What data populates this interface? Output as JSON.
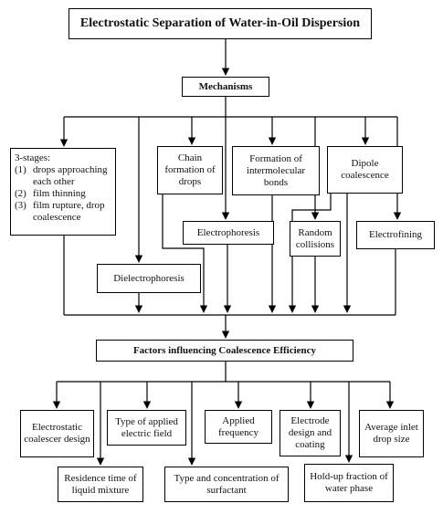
{
  "title": "Electrostatic Separation of Water-in-Oil Dispersion",
  "mechanisms_label": "Mechanisms",
  "stages": {
    "heading": "3-stages:",
    "items": [
      {
        "num": "(1)",
        "text": "drops approaching each other"
      },
      {
        "num": "(2)",
        "text": "film thinning"
      },
      {
        "num": "(3)",
        "text": "film rupture, drop coalescence"
      }
    ]
  },
  "mechanisms": {
    "chain_formation": "Chain formation of drops",
    "intermolecular_bonds": "Formation of intermolecular bonds",
    "dipole_coalescence": "Dipole coalescence",
    "electrophoresis": "Electrophoresis",
    "random_collisions": "Random collisions",
    "electrofining": "Electrofining",
    "dielectrophoresis": "Dielectrophoresis"
  },
  "factors_label": "Factors influencing Coalescence Efficiency",
  "factors": {
    "coalescer_design": "Electrostatic coalescer design",
    "applied_field_type": "Type of applied electric field",
    "applied_frequency": "Applied frequency",
    "electrode_design": "Electrode design and coating",
    "inlet_drop_size": "Average inlet drop size",
    "residence_time": "Residence time of liquid mixture",
    "surfactant": "Type and concentration of surfactant",
    "holdup_fraction": "Hold-up fraction of water phase"
  }
}
